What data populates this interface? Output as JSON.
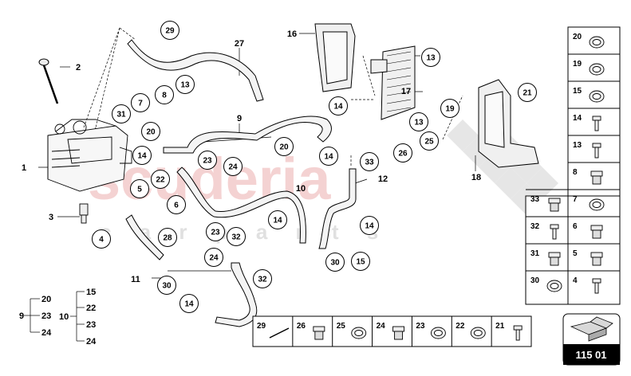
{
  "watermark": {
    "brand": "scuderia",
    "sub": "c a r p a r t s"
  },
  "callouts": [
    "29",
    "13",
    "8",
    "7",
    "31",
    "20",
    "14",
    "22",
    "5",
    "6",
    "4",
    "28",
    "23",
    "24",
    "23",
    "24",
    "32",
    "32",
    "30",
    "14",
    "20",
    "14",
    "33",
    "26",
    "25",
    "13",
    "19",
    "21",
    "13",
    "14",
    "30",
    "15",
    "14",
    "14"
  ],
  "labels": [
    "27",
    "2",
    "16",
    "17",
    "9",
    "1",
    "3",
    "12",
    "10",
    "18",
    "11"
  ],
  "groups": [
    {
      "id": "9",
      "members": [
        "20",
        "23",
        "24"
      ]
    },
    {
      "id": "10",
      "members": [
        "15",
        "22",
        "23",
        "24"
      ]
    }
  ],
  "parts_panel_right": [
    [
      "20"
    ],
    [
      "19"
    ],
    [
      "15"
    ],
    [
      "14"
    ],
    [
      "13"
    ],
    [
      "8"
    ],
    [
      "33",
      "7"
    ],
    [
      "32",
      "6"
    ],
    [
      "31",
      "5"
    ],
    [
      "30",
      "4"
    ]
  ],
  "parts_panel_bottom": [
    "29",
    "26",
    "25",
    "24",
    "23",
    "22",
    "21"
  ],
  "page_number": "115 01",
  "colors": {
    "line": "#000000",
    "watermark": "#e8a0a0",
    "checker": "#d9d9d9"
  }
}
